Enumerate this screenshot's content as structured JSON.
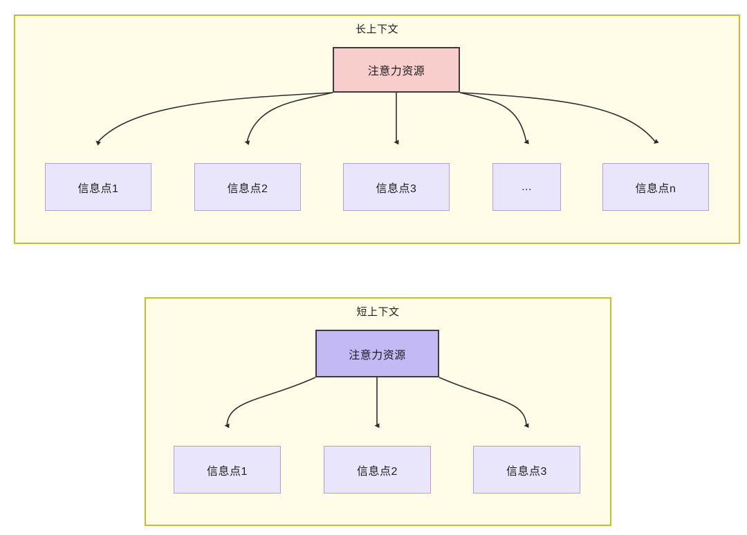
{
  "diagram": {
    "type": "node-link-diagram",
    "background_color": "#ffffff",
    "panels": [
      {
        "id": "long-context",
        "title": "长上下文",
        "fill_color": "#fffde7",
        "border_color": "#c0c02c",
        "root": {
          "label": "注意力资源",
          "fill_color": "#f8cecc",
          "border_color": "#3a3a3a"
        },
        "children": [
          {
            "label": "信息点1",
            "fill_color": "#e9e6fb",
            "border_color": "#b39ddb"
          },
          {
            "label": "信息点2",
            "fill_color": "#e9e6fb",
            "border_color": "#b39ddb"
          },
          {
            "label": "信息点3",
            "fill_color": "#e9e6fb",
            "border_color": "#b39ddb"
          },
          {
            "label": "...",
            "fill_color": "#e9e6fb",
            "border_color": "#b39ddb"
          },
          {
            "label": "信息点n",
            "fill_color": "#e9e6fb",
            "border_color": "#b39ddb"
          }
        ]
      },
      {
        "id": "short-context",
        "title": "短上下文",
        "fill_color": "#fffde7",
        "border_color": "#c0c02c",
        "root": {
          "label": "注意力资源",
          "fill_color": "#c3b9f5",
          "border_color": "#3a3a3a"
        },
        "children": [
          {
            "label": "信息点1",
            "fill_color": "#e9e6fb",
            "border_color": "#b39ddb"
          },
          {
            "label": "信息点2",
            "fill_color": "#e9e6fb",
            "border_color": "#b39ddb"
          },
          {
            "label": "信息点3",
            "fill_color": "#e9e6fb",
            "border_color": "#b39ddb"
          }
        ]
      }
    ],
    "edge_color": "#2b2b2b"
  }
}
